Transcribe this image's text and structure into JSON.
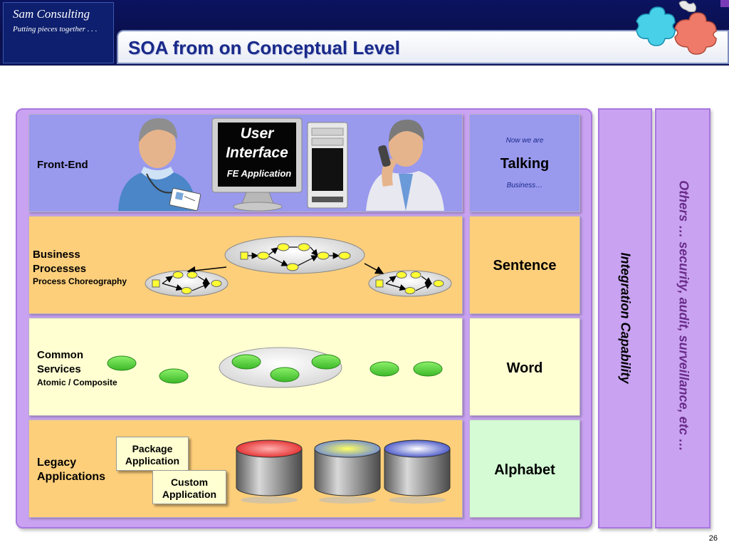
{
  "header": {
    "company": "Sam Consulting",
    "tagline": "Putting pieces together . . .",
    "title": "SOA from on Conceptual Level"
  },
  "layers": {
    "frontend": {
      "label": "Front-End"
    },
    "business": {
      "label_line1": "Business",
      "label_line2": "Processes",
      "sublabel": "Process Choreography"
    },
    "common": {
      "label_line1": "Common",
      "label_line2": "Services",
      "sublabel": "Atomic / Composite"
    },
    "legacy": {
      "label_line1": "Legacy",
      "label_line2": "Applications"
    }
  },
  "monitor": {
    "title_line1": "User",
    "title_line2": "Interface",
    "subtitle": "FE Application"
  },
  "legacy_boxes": {
    "package_line1": "Package",
    "package_line2": "Application",
    "custom_line1": "Custom",
    "custom_line2": "Application"
  },
  "analogy": {
    "talking_top": "Now we are",
    "talking": "Talking",
    "talking_bottom": "Business…",
    "sentence": "Sentence",
    "word": "Word",
    "alphabet": "Alphabet"
  },
  "columns": {
    "integration": "Integration Capability",
    "others": "Others … security, audit, surveillance, etc …"
  },
  "page_number": "26",
  "colors": {
    "header_bg": "#0a0f4a",
    "title_text": "#1a2a8a",
    "frame_purple": "#c9a3f2",
    "layer_blue": "#9999ee",
    "layer_orange": "#fdcf7b",
    "layer_cream": "#ffffd2",
    "layer_green": "#d4fbd4",
    "service_green": "#66dd44"
  },
  "icons": [
    "puzzle-logo-icon",
    "person-badge-icon",
    "computer-monitor-icon",
    "pc-tower-icon",
    "person-phone-icon",
    "database-icon"
  ]
}
